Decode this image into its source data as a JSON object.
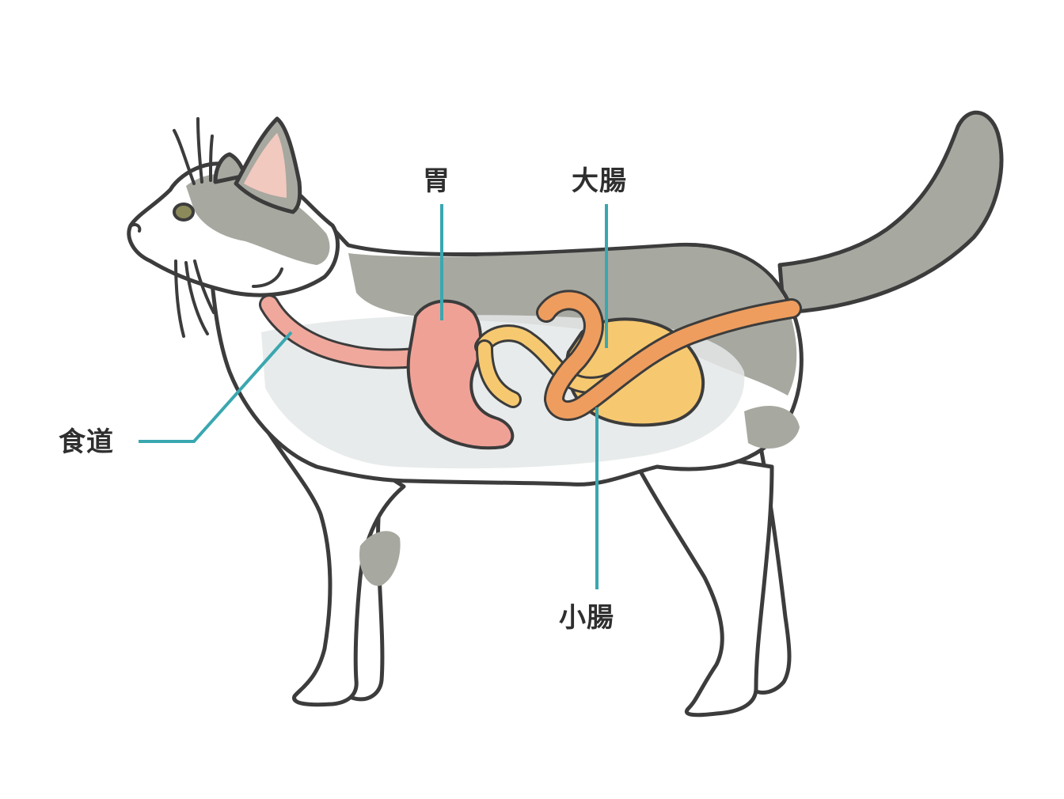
{
  "labels": {
    "stomach": "胃",
    "large_intestine": "大腸",
    "small_intestine": "小腸",
    "esophagus": "食道"
  },
  "colors": {
    "outline": "#3c3c3c",
    "fur_gray": "#a7a8a0",
    "fur_white": "#ffffff",
    "belly_shadow": "#e4e8e8",
    "ear_inner": "#f2c9bf",
    "esophagus": "#f0a89c",
    "stomach": "#f0a196",
    "large_intestine": "#ee9d5e",
    "small_intestine": "#f6c971",
    "leader_line": "#3aa7b0"
  }
}
